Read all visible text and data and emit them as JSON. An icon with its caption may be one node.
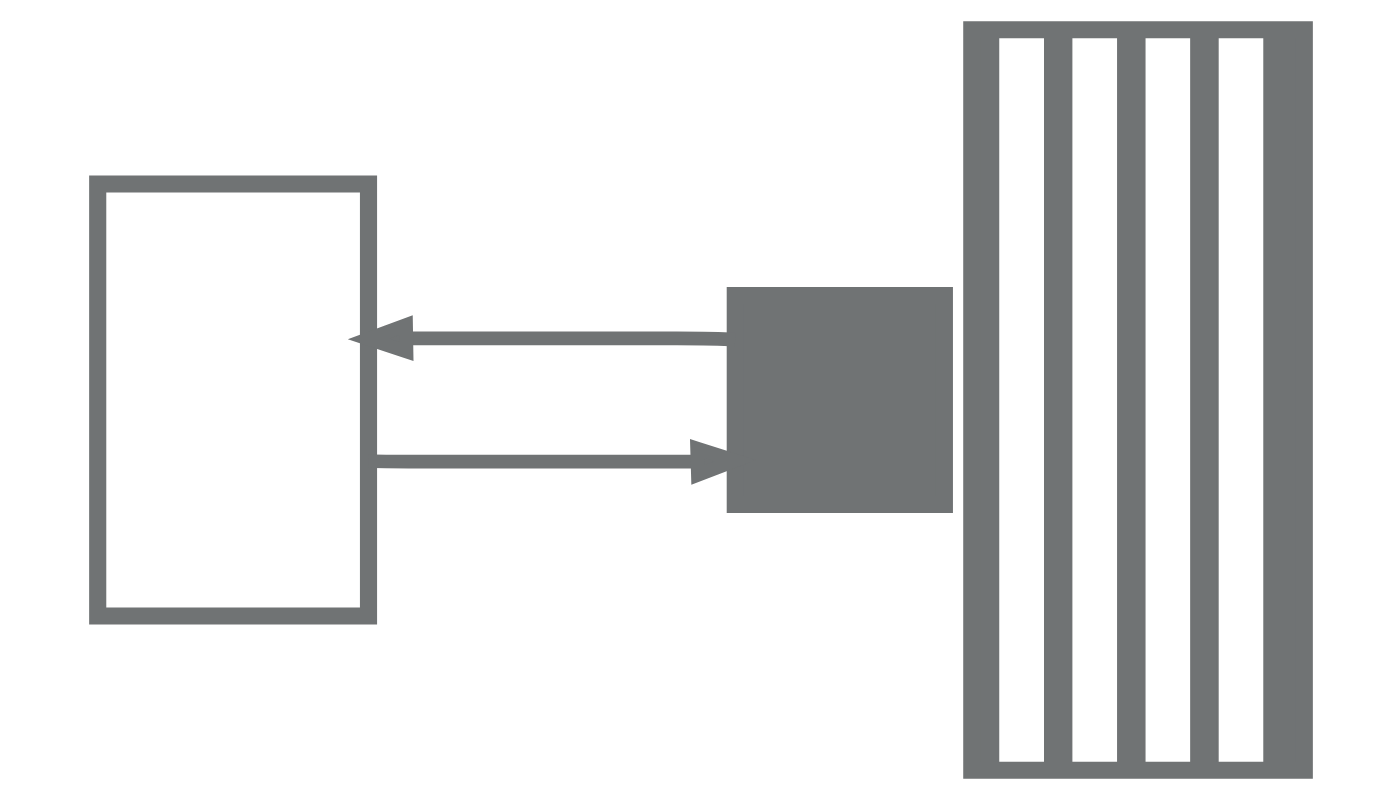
{
  "diagram": {
    "nodes": [
      {
        "text": [],
        "shape": "box"
      },
      {
        "text": [],
        "shape": "box"
      },
      {
        "text": [],
        "shape": "box"
      }
    ],
    "edges": [
      {
        "from": 0,
        "to": 1,
        "arrow": "to"
      },
      {
        "from": 1,
        "to": 0,
        "arrow": "to"
      }
    ]
  }
}
